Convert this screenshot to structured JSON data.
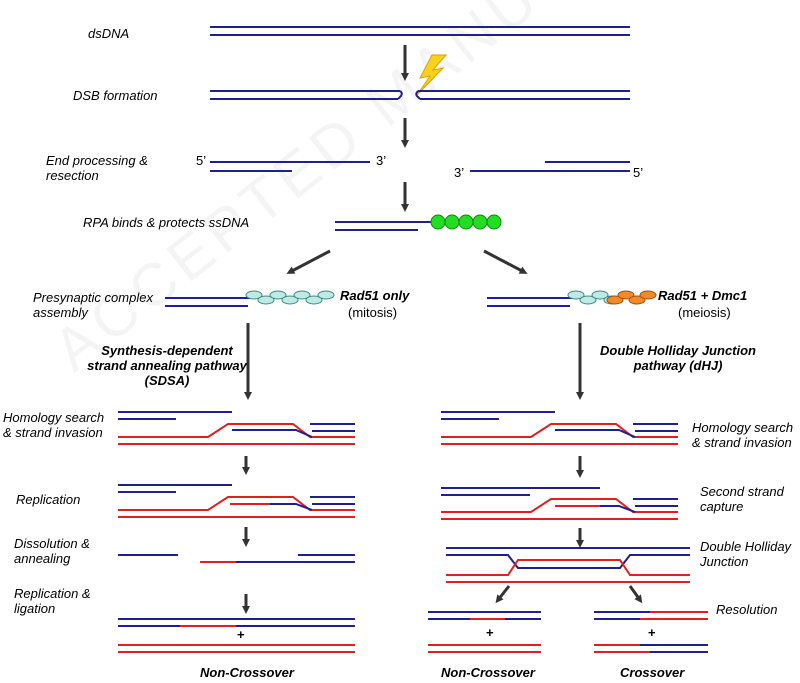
{
  "steps": {
    "dsdna": "dsDNA",
    "dsb": "DSB formation",
    "end_processing": "End processing &\nresection",
    "rpa": "RPA binds & protects ssDNA",
    "presynaptic": "Presynaptic complex\nassembly"
  },
  "end_labels": {
    "left5": "5’",
    "left3": "3’",
    "right3": "3’",
    "right5": "5’"
  },
  "mitosis": {
    "title": "Rad51 only",
    "sub": "(mitosis)"
  },
  "meiosis": {
    "title": "Rad51 + Dmc1",
    "sub": "(meiosis)"
  },
  "sdsa": {
    "title": "Synthesis-dependent\nstrand annealing pathway\n(SDSA)",
    "homology": "Homology search\n& strand invasion",
    "replication": "Replication",
    "dissolution": "Dissolution &\nannealing",
    "ligation": "Replication &\nligation",
    "plus": "+",
    "outcome": "Non-Crossover"
  },
  "dhj": {
    "title": "Double Holliday Junction\npathway (dHJ)",
    "homology": "Homology search\n& strand invasion",
    "second_strand": "Second strand\ncapture",
    "double_hj": "Double Holliday\nJunction",
    "resolution": "Resolution",
    "plus_left": "+",
    "plus_right": "+",
    "outcome_left": "Non-Crossover",
    "outcome_right": "Crossover"
  },
  "watermark": "ACCEPTED MANUSCRIPT",
  "colors": {
    "blue": "#1f1f8f",
    "red": "#e0201e",
    "green": "#22dd22",
    "rad51": "#bfe9e4",
    "dmc1": "#f08a2a",
    "arrow": "#333333",
    "bolt": "#f6d21c"
  }
}
